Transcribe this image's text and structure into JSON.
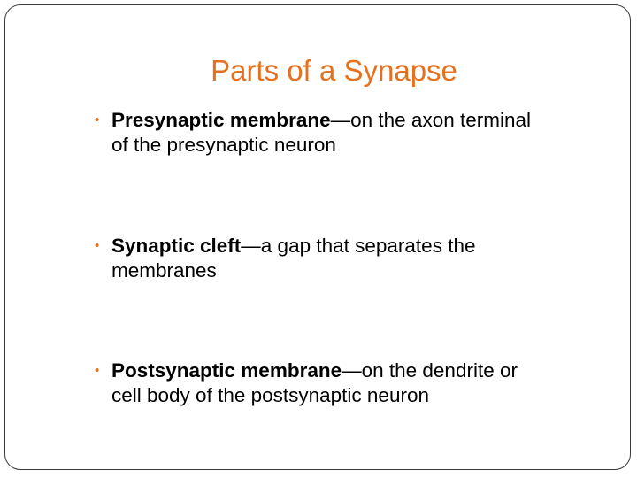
{
  "slide": {
    "title": "Parts of a Synapse",
    "accent_color": "#e5711f",
    "bullet_glyph": "•",
    "bullets": [
      {
        "term": "Presynaptic membrane",
        "rest_line1": "—on the axon terminal",
        "rest_line2": "of the presynaptic neuron"
      },
      {
        "term": "Synaptic cleft",
        "rest_line1": "—a gap that separates the",
        "rest_line2": "membranes"
      },
      {
        "term": "Postsynaptic membrane",
        "rest_line1": "—on the dendrite or",
        "rest_line2": "cell body of the postsynaptic neuron"
      }
    ]
  }
}
